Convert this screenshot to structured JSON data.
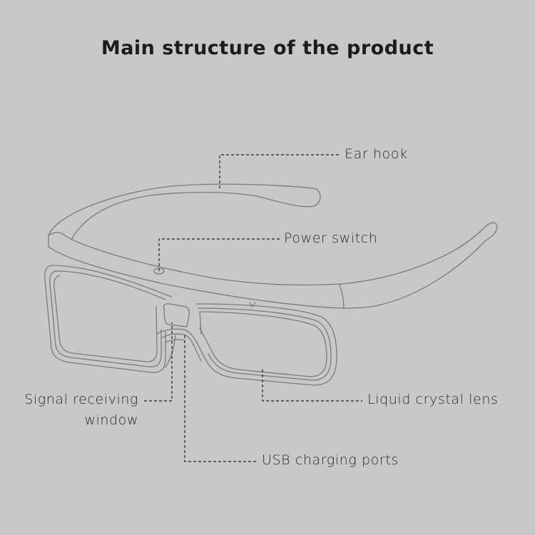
{
  "title": "Main structure of the product",
  "colors": {
    "background": "#c8c8c8",
    "title": "#1c1c1c",
    "label": "#2a2a2a",
    "outline": "#7a7a7a",
    "leader": "#222222"
  },
  "labels": {
    "ear_hook": "Ear hook",
    "power_switch": "Power switch",
    "signal_window_line1": "Signal receiving",
    "signal_window_line2": "window",
    "liquid_crystal_lens": "Liquid crystal lens",
    "usb_charging_ports": "USB charging ports"
  }
}
